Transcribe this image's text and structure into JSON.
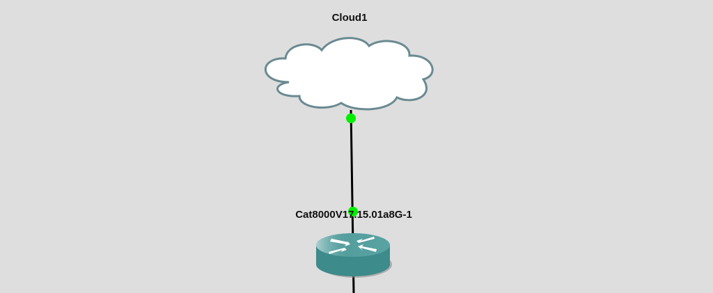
{
  "topology": {
    "nodes": [
      {
        "name": "Cloud1",
        "type": "cloud",
        "icon": "cloud-icon"
      },
      {
        "name": "Cat8000V17.15.01a8G-1",
        "type": "router",
        "icon": "router-icon"
      }
    ],
    "link": {
      "status": "up",
      "status_color": "#00ee00"
    }
  }
}
